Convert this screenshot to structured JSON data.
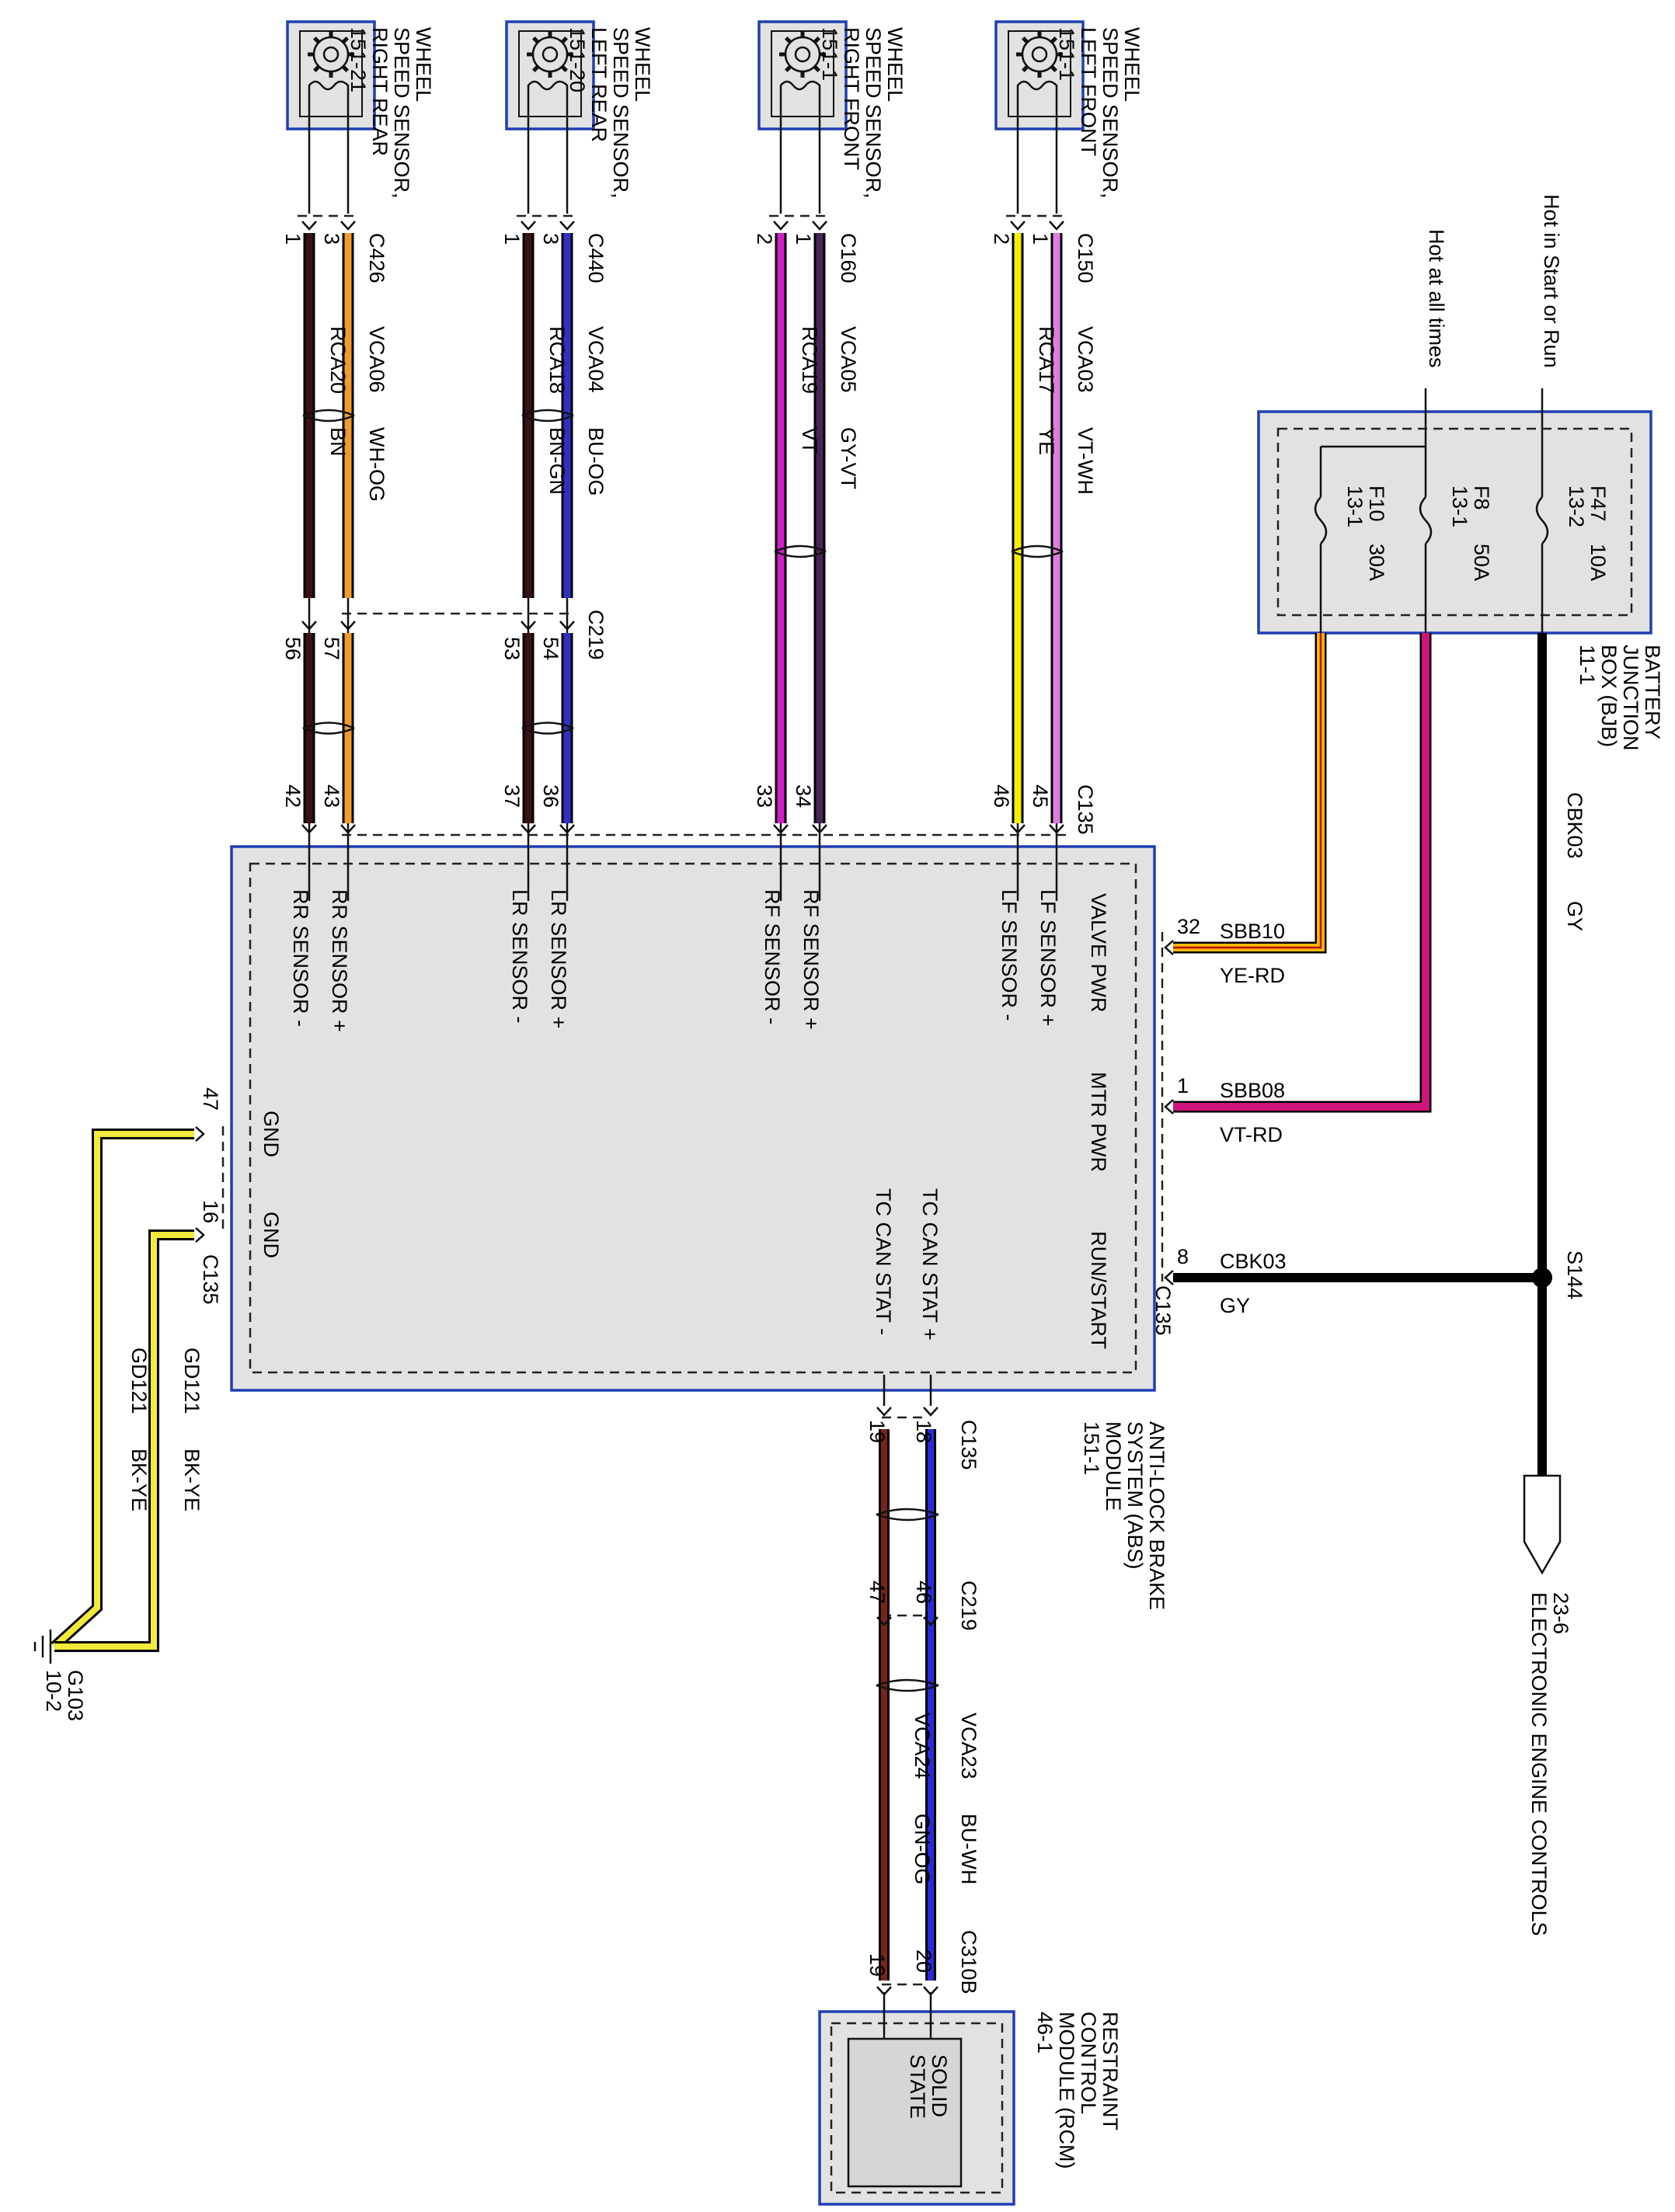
{
  "power_notes": {
    "hot_run": "Hot in Start or Run",
    "hot_always": "Hot at all times"
  },
  "bjb": {
    "name": [
      "BATTERY",
      "JUNCTION",
      "BOX (BJB)",
      "11-1"
    ],
    "fuses": [
      {
        "id": "F47",
        "loc": "13-2",
        "rating": "10A"
      },
      {
        "id": "F8",
        "loc": "13-1",
        "rating": "50A"
      },
      {
        "id": "F10",
        "loc": "13-1",
        "rating": "30A"
      }
    ]
  },
  "sensors": [
    {
      "name": [
        "WHEEL",
        "SPEED SENSOR,",
        "RIGHT REAR",
        "151-21"
      ]
    },
    {
      "name": [
        "WHEEL",
        "SPEED SENSOR,",
        "LEFT REAR",
        "151-20"
      ]
    },
    {
      "name": [
        "WHEEL",
        "SPEED SENSOR,",
        "RIGHT FRONT",
        "151-1"
      ]
    },
    {
      "name": [
        "WHEEL",
        "SPEED SENSOR,",
        "LEFT FRONT",
        "151-1"
      ]
    }
  ],
  "pairs": [
    {
      "conn": "C426",
      "pin_a": "1",
      "pin_b": "3",
      "wire_a": {
        "circuit": "RCA20",
        "color": "BN",
        "hex": "#3a1212"
      },
      "wire_b": {
        "circuit": "VCA06",
        "color": "WH-OG",
        "hex": "#f29a2e"
      },
      "c219_a": "56",
      "c219_b": "57",
      "abs_a": "42",
      "abs_b": "43"
    },
    {
      "conn": "C440",
      "pin_a": "1",
      "pin_b": "3",
      "wire_a": {
        "circuit": "RCA18",
        "color": "BN-GN",
        "hex": "#3a1212"
      },
      "wire_b": {
        "circuit": "VCA04",
        "color": "BU-OG",
        "hex": "#3030c8"
      },
      "c219_a": "53",
      "c219_b": "54",
      "abs_a": "37",
      "abs_b": "36"
    },
    {
      "conn": "C160",
      "pin_a": "2",
      "pin_b": "1",
      "wire_a": {
        "circuit": "RCA19",
        "color": "VT",
        "hex": "#d21fc8"
      },
      "wire_b": {
        "circuit": "VCA05",
        "color": "GY-VT",
        "hex": "#4a2458"
      },
      "c219_a": "",
      "c219_b": "",
      "abs_a": "33",
      "abs_b": "34"
    },
    {
      "conn": "C150",
      "pin_a": "2",
      "pin_b": "1",
      "wire_a": {
        "circuit": "RCA17",
        "color": "YE",
        "hex": "#f4f000"
      },
      "wire_b": {
        "circuit": "VCA03",
        "color": "VT-WH",
        "hex": "#e07ee0"
      },
      "c219_a": "",
      "c219_b": "",
      "abs_a": "46",
      "abs_b": "45"
    }
  ],
  "conn_labels": {
    "c219": "C219",
    "c135": "C135",
    "c310b": "C310B"
  },
  "abs": {
    "name": [
      "ANTI-LOCK BRAKE",
      "SYSTEM (ABS)",
      "MODULE",
      "151-1"
    ],
    "pin_labels": {
      "rr_pos": "RR SENSOR +",
      "rr_neg": "RR SENSOR -",
      "lr_pos": "LR SENSOR +",
      "lr_neg": "LR SENSOR -",
      "rf_pos": "RF SENSOR +",
      "rf_neg": "RF SENSOR -",
      "lf_pos": "LF SENSOR +",
      "lf_neg": "LF SENSOR -",
      "valve": "VALVE PWR",
      "mtr": "MTR PWR",
      "run": "RUN/START",
      "gnd1": "GND",
      "gnd2": "GND",
      "can_pos": "TC CAN STAT +",
      "can_neg": "TC CAN STAT -"
    }
  },
  "power_wires": [
    {
      "pin": "32",
      "circuit": "SBB10",
      "color": "YE-RD",
      "hex": "#f5b800"
    },
    {
      "pin": "1",
      "circuit": "SBB08",
      "color": "VT-RD",
      "hex": "#d0147e"
    },
    {
      "pin": "8",
      "circuit": "CBK03",
      "color": "GY",
      "hex": "#000000"
    }
  ],
  "feed": {
    "circuit": "CBK03",
    "color": "GY",
    "splice": "S144"
  },
  "eec": {
    "ref": "23-6",
    "name": "ELECTRONIC ENGINE CONTROLS"
  },
  "ground": {
    "pin1": "47",
    "pin2": "16",
    "conn": "C135",
    "wire1": {
      "circuit": "GD121",
      "color": "BK-YE"
    },
    "wire2": {
      "circuit": "GD121",
      "color": "BK-YE"
    },
    "name": "G103",
    "ref": "10-2"
  },
  "can": {
    "abs_pos": "18",
    "abs_neg": "19",
    "c219_pos": "46",
    "c219_neg": "47",
    "rcm_pos": "20",
    "rcm_neg": "19",
    "wire_pos": {
      "circuit": "VCA23",
      "color": "BU-WH",
      "hex": "#2a2ad8"
    },
    "wire_neg": {
      "circuit": "VCA24",
      "color": "GN-OG",
      "hex": "#7a2418"
    }
  },
  "rcm": {
    "name": [
      "RESTRAINT",
      "CONTROL",
      "MODULE (RCM)",
      "46-1"
    ],
    "inner": [
      "SOLID",
      "STATE"
    ]
  },
  "colors": {
    "module_border": "#1f3fb3",
    "module_fill": "#e2e2e2"
  }
}
